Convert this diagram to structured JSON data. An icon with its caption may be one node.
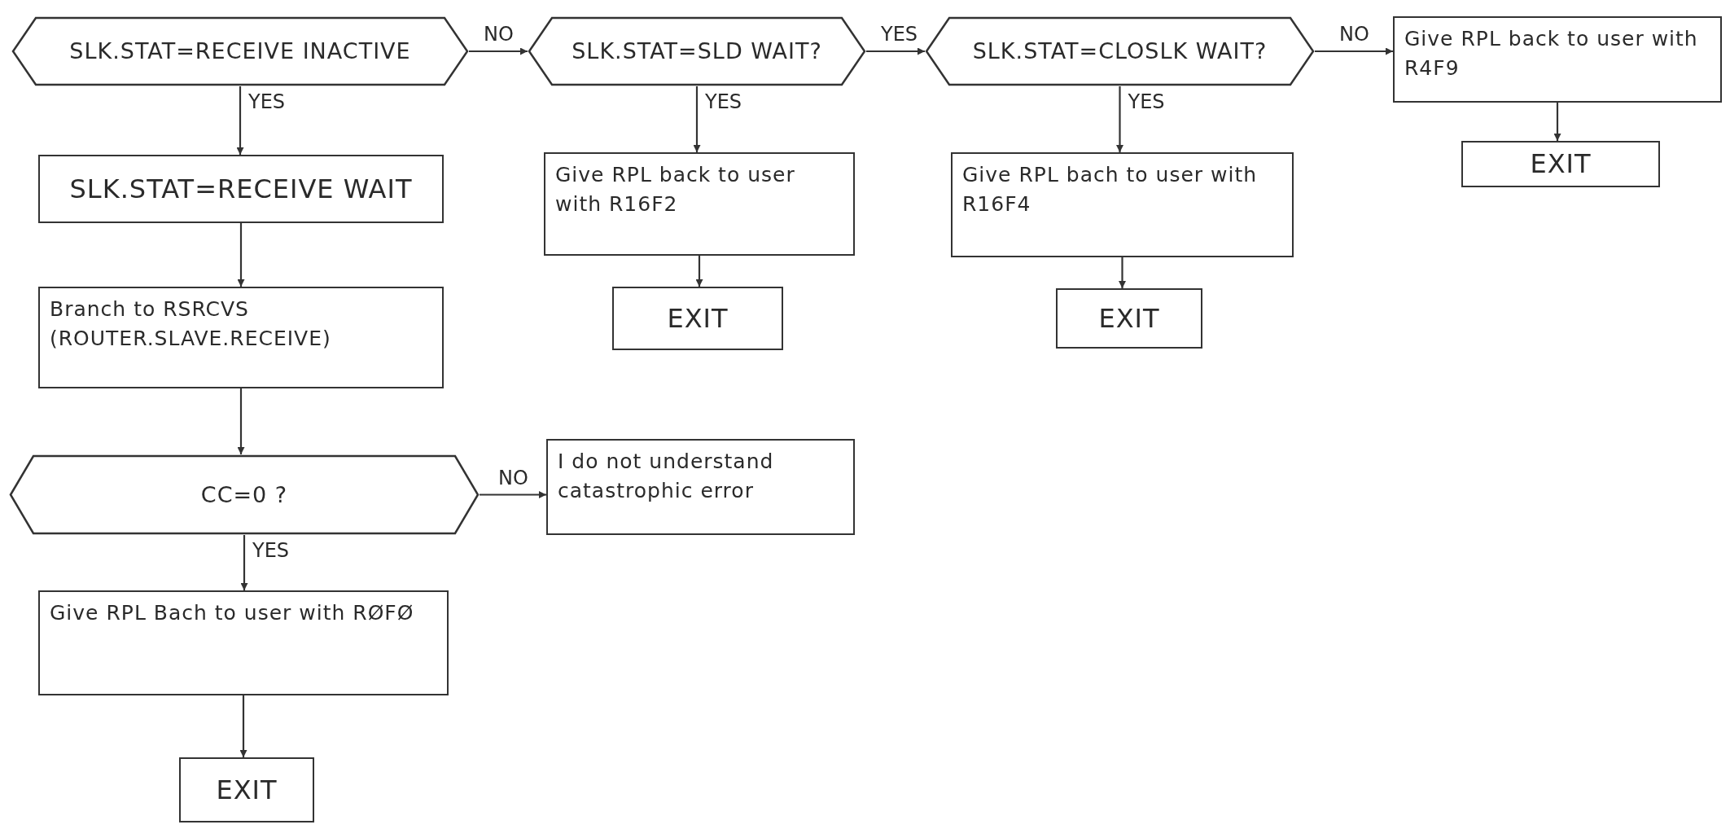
{
  "diagram": {
    "nodes": [
      {
        "text": [
          "SLK.STAT=RECEIVE INACTIVE"
        ]
      },
      {
        "text": [
          "SLK.STAT=SLD WAIT?"
        ]
      },
      {
        "text": [
          "SLK.STAT=CLOSLK WAIT?"
        ]
      },
      {
        "text": [
          "Give RPL back to user with R4F9"
        ]
      },
      {
        "text": [
          "EXIT"
        ]
      },
      {
        "text": [
          "SLK.STAT=RECEIVE WAIT"
        ]
      },
      {
        "text": [
          "Give RPL back to user with R16F2"
        ]
      },
      {
        "text": [
          "EXIT"
        ]
      },
      {
        "text": [
          "Give RPL bach to user with R16F4"
        ]
      },
      {
        "text": [
          "EXIT"
        ]
      },
      {
        "text": [
          "Branch to RSRCVS (ROUTER.SLAVE.RECEIVE)"
        ]
      },
      {
        "text": [
          "CC=0 ?"
        ]
      },
      {
        "text": [
          "I do not understand catastrophic error"
        ]
      },
      {
        "text": [
          "Give RPL Bach to user with RØFØ"
        ]
      },
      {
        "text": [
          "EXIT"
        ]
      }
    ],
    "edges": [
      {
        "from": 0,
        "to": 1,
        "arrow": "to",
        "label": "NO"
      },
      {
        "from": 1,
        "to": 2,
        "arrow": "to",
        "label": "YES"
      },
      {
        "from": 2,
        "to": 3,
        "arrow": "to",
        "label": "NO"
      },
      {
        "from": 3,
        "to": 4,
        "arrow": "to"
      },
      {
        "from": 0,
        "to": 5,
        "arrow": "to",
        "label": "YES"
      },
      {
        "from": 1,
        "to": 6,
        "arrow": "to",
        "label": "YES"
      },
      {
        "from": 6,
        "to": 7,
        "arrow": "to"
      },
      {
        "from": 2,
        "to": 8,
        "arrow": "to",
        "label": "YES"
      },
      {
        "from": 8,
        "to": 9,
        "arrow": "to"
      },
      {
        "from": 5,
        "to": 10,
        "arrow": "to"
      },
      {
        "from": 10,
        "to": 11,
        "arrow": "to"
      },
      {
        "from": 11,
        "to": 12,
        "arrow": "to",
        "label": "NO"
      },
      {
        "from": 11,
        "to": 13,
        "arrow": "to",
        "label": "YES"
      },
      {
        "from": 13,
        "to": 14,
        "arrow": "to"
      }
    ]
  }
}
